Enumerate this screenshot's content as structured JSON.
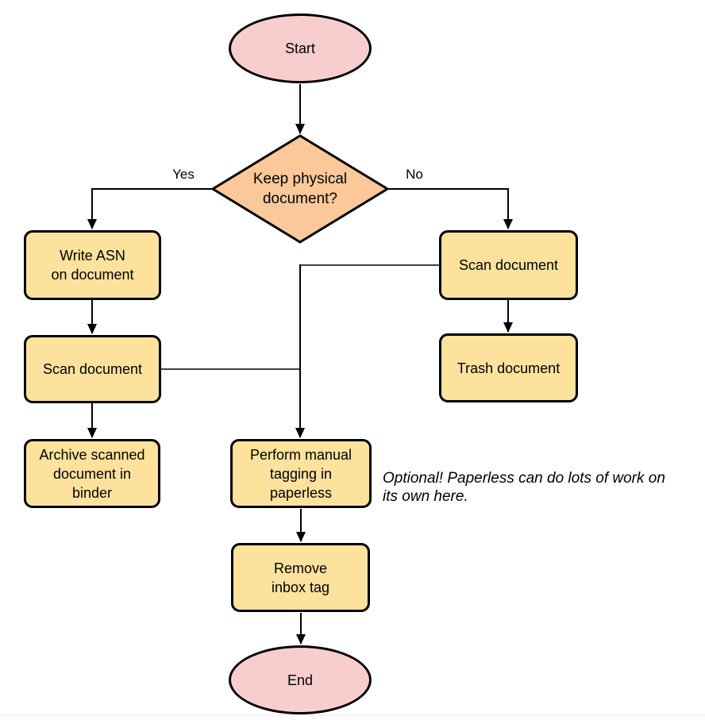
{
  "palette": {
    "terminal_fill": "#F8CDCD",
    "decision_fill": "#FBC89A",
    "process_fill": "#FCE29D",
    "stroke": "#000000"
  },
  "nodes": {
    "start": {
      "label": "Start",
      "type": "terminal"
    },
    "decision": {
      "label": "Keep physical\ndocument?",
      "type": "decision"
    },
    "write_asn": {
      "label": "Write ASN\non document",
      "type": "process"
    },
    "scan_left": {
      "label": "Scan document",
      "type": "process"
    },
    "archive": {
      "label": "Archive scanned\ndocument in\nbinder",
      "type": "process"
    },
    "scan_right": {
      "label": "Scan document",
      "type": "process"
    },
    "trash": {
      "label": "Trash document",
      "type": "process"
    },
    "tagging": {
      "label": "Perform manual\ntagging in\npaperless",
      "type": "process"
    },
    "remove_inbox": {
      "label": "Remove\ninbox tag",
      "type": "process"
    },
    "end": {
      "label": "End",
      "type": "terminal"
    }
  },
  "edge_labels": {
    "yes": "Yes",
    "no": "No"
  },
  "note": {
    "text": "Optional! Paperless can do lots of work on\nits own here."
  }
}
